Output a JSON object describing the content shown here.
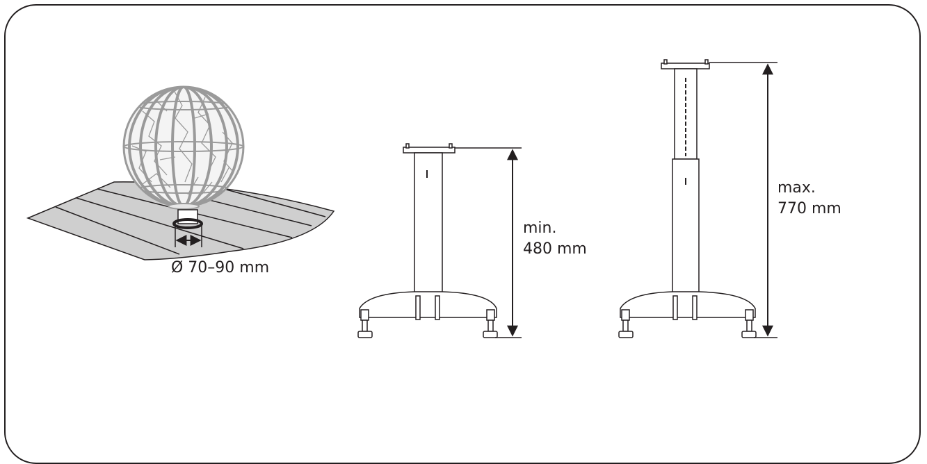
{
  "diameter_label": "Ø 70–90 mm",
  "min_height": {
    "word": "min.",
    "value": "480 mm"
  },
  "max_height": {
    "word": "max.",
    "value": "770 mm"
  },
  "colors": {
    "line": "#231f20",
    "floor": "#cfcfcf",
    "globe": "#9a9a9a"
  }
}
